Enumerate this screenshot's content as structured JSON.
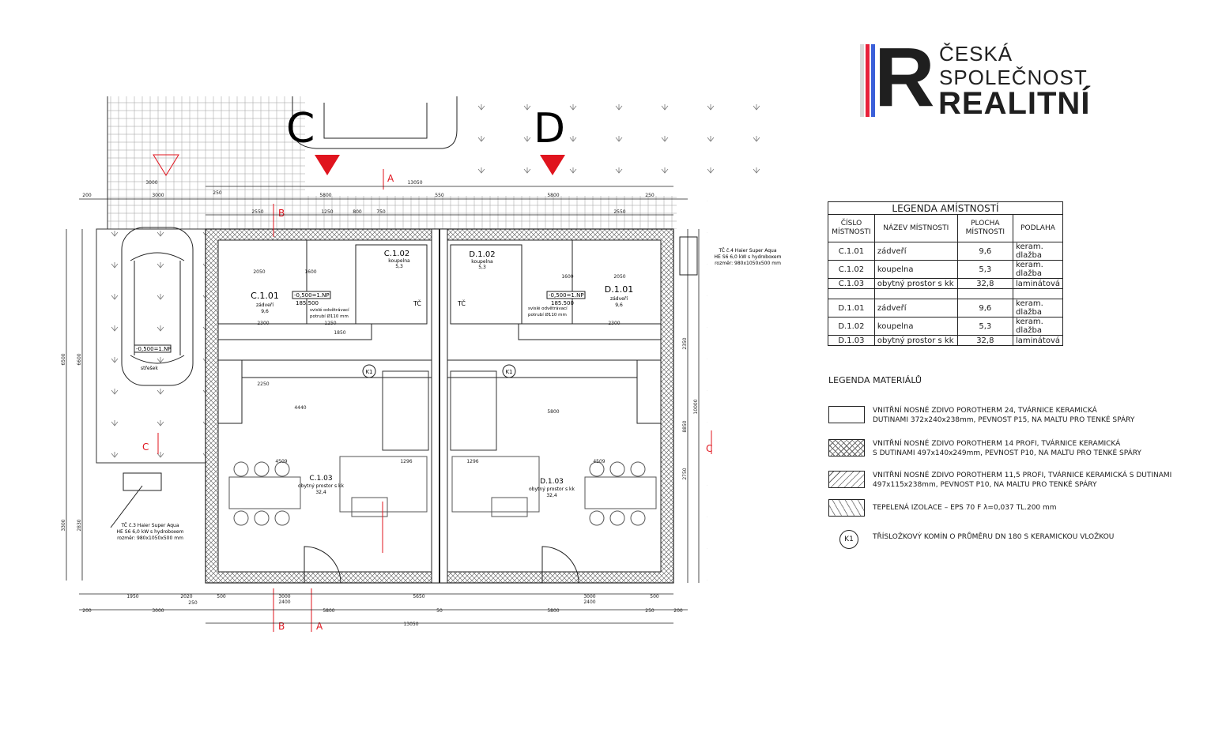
{
  "logo": {
    "line1": "ČESKÁ",
    "line2": "SPOLEČNOST",
    "line3": "REALITNÍ",
    "letter": "R",
    "bar_colors": [
      "#d9d9d9",
      "#e8213b",
      "#3a5fd9"
    ]
  },
  "room_legend": {
    "title": "LEGENDA AMÍSTNOSTÍ",
    "headers": [
      "ČÍSLO MÍSTNOSTI",
      "NÁZEV MÍSTNOSTI",
      "PLOCHA MÍSTNOSTI",
      "PODLAHA"
    ],
    "rows": [
      {
        "id": "C.1.01",
        "name": "zádveří",
        "area": "9,6",
        "floor": "keram. dlažba"
      },
      {
        "id": "C.1.02",
        "name": "koupelna",
        "area": "5,3",
        "floor": "keram. dlažba"
      },
      {
        "id": "C.1.03",
        "name": "obytný prostor s kk",
        "area": "32,8",
        "floor": "laminátová"
      },
      {
        "id": "D.1.01",
        "name": "zádveří",
        "area": "9,6",
        "floor": "keram. dlažba"
      },
      {
        "id": "D.1.02",
        "name": "koupelna",
        "area": "5,3",
        "floor": "keram. dlažba"
      },
      {
        "id": "D.1.03",
        "name": "obytný prostor s kk",
        "area": "32,8",
        "floor": "laminátová"
      }
    ]
  },
  "material_legend": {
    "title": "LEGENDA MATERIÁLŮ",
    "items": [
      {
        "line1": "VNITŘNÍ NOSNÉ ZDIVO POROTHERM 24, TVÁRNICE KERAMICKÁ",
        "line2": "DUTINAMI 372x240x238mm, PEVNOST P15, NA MALTU PRO TENKÉ SPÁRY"
      },
      {
        "line1": "VNITŘNÍ NOSNÉ ZDIVO POROTHERM 14 PROFI, TVÁRNICE KERAMICKÁ",
        "line2": "S DUTINAMI 497x140x249mm, PEVNOST P10, NA MALTU PRO TENKÉ SPÁRY"
      },
      {
        "line1": "VNITŘNÍ NOSNÉ ZDIVO POROTHERM 11,5 PROFI, TVÁRNICE KERAMICKÁ S DUTINAMI",
        "line2": "497x115x238mm, PEVNOST P10, NA MALTU PRO TENKÉ SPÁRY"
      },
      {
        "line1": "TEPELENÁ IZOLACE – EPS 70 F λ=0,037 TL.200 mm",
        "line2": ""
      },
      {
        "line1": "TŘÍSLOŽKOVÝ KOMÍN O PRŮMĚRU DN 180 S KERAMICKOU VLOŽKOU",
        "line2": "",
        "symbol": "K1"
      }
    ]
  },
  "plan": {
    "unit_c": "C",
    "unit_d": "D",
    "section_a": "A",
    "section_b": "B",
    "section_c": "C",
    "accent": "#e0141e",
    "rooms": {
      "c101": {
        "id": "C.1.01",
        "name": "zádveří",
        "area": "9,6"
      },
      "c102": {
        "id": "C.1.02",
        "name": "koupelna",
        "area": "5,3"
      },
      "c103": {
        "id": "C.1.03",
        "name": "obytný prostor s kk",
        "area": "32,4"
      },
      "d101": {
        "id": "D.1.01",
        "name": "zádveří",
        "area": "9,6"
      },
      "d102": {
        "id": "D.1.02",
        "name": "koupelna",
        "area": "5,3"
      },
      "d103": {
        "id": "D.1.03",
        "name": "obytný prostor s kk",
        "area": "32,4"
      }
    },
    "tc_label": "TČ",
    "k1": "K1",
    "level_c": "-0,500=1.NP",
    "level_c_abs": "185.500",
    "level_d": "-0,500=1.NP",
    "level_d_abs": "185.500",
    "level_parking": "-0,500=1.NP",
    "vent_note_1": "svislé odvětrávací",
    "vent_note_2": "potrubí Ø110 mm",
    "parking_note": "střešek",
    "tc3": {
      "l1": "TČ č.3 Haier Super Aqua",
      "l2": "HE S6 6,0 kW s hydroboxem",
      "l3": "rozměr: 980x1050x500 mm"
    },
    "tc4": {
      "l1": "TČ č.4 Haier Super Aqua",
      "l2": "HE S6 6,0 kW s hydroboxem",
      "l3": "rozměr: 980x1050x500 mm"
    },
    "dims": {
      "top_total": "13050",
      "top_c": "5800",
      "top_d": "5800",
      "top_mid": "550",
      "top_l200": "200",
      "top_l3000": "3000",
      "top_3000b": "3000",
      "top_250": "250",
      "top_250r": "250",
      "top_2550": "2550",
      "top_2550r": "2550",
      "top_1250": "1250",
      "top_800": "800",
      "top_750": "750",
      "w2050": "2050",
      "w1600": "1600",
      "w2300": "2300",
      "w1250": "1250",
      "w1850": "1850",
      "w2250": "2250",
      "w4440": "4440",
      "w4509": "4509",
      "w1296": "1296",
      "w5800": "5800",
      "w4509d": "4509",
      "w1296d": "1296",
      "w2050d": "2050",
      "w1600d": "1600",
      "w2300d": "2300",
      "h6500": "6500",
      "h6600": "6600",
      "h3300": "3300",
      "h2830": "2830",
      "h10000": "10000",
      "h8850": "8850",
      "h2350": "2350",
      "h2750": "2750",
      "bot_1950": "1950",
      "bot_2020": "2020",
      "bot_500": "500",
      "bot_3000": "3000",
      "bot_2400": "2400",
      "bot_5650": "5650",
      "bot_3000d": "3000",
      "bot_2400d": "2400",
      "bot_500d": "500",
      "bot_200": "200",
      "bot_3000l": "3000",
      "bot_250": "250",
      "bot_5800": "5800",
      "bot_50": "50",
      "bot_5800d": "5800",
      "bot_250d": "250",
      "bot_200d": "200",
      "bot_total": "13050"
    }
  }
}
